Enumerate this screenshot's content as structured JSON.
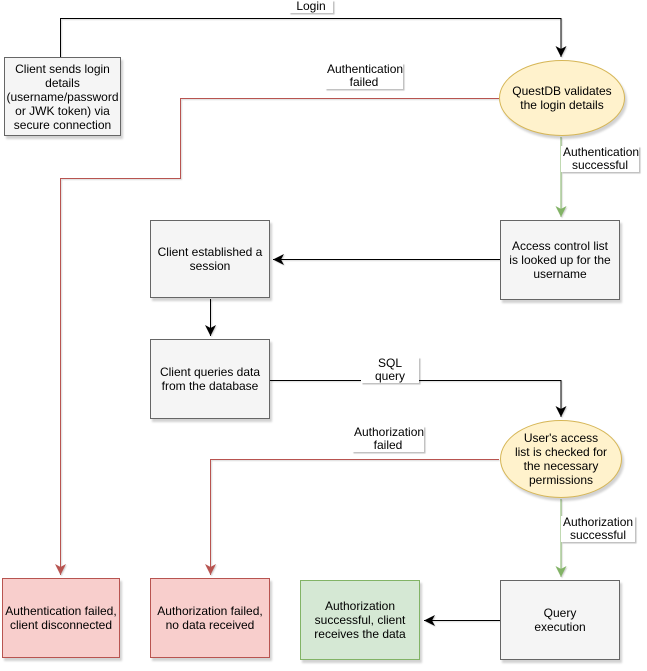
{
  "nodes": {
    "client_sends_login": "Client sends login\ndetails\n(username/password\nor JWK token) via\nsecure connection",
    "questdb_validates": "QuestDB validates\nthe login details",
    "access_control_lookup": "Access control list\nis looked up for the\nusername",
    "client_session": "Client established a\nsession",
    "client_queries": "Client queries data\nfrom the database",
    "access_list_check": "User's access\nlist is checked for\nthe necessary\npermissions",
    "query_execution": "Query\nexecution",
    "authorization_success_result": "Authorization\nsuccessful, client\nreceives the data",
    "authentication_failed_result": "Authentication failed,\nclient disconnected",
    "authorization_failed_result": "Authorization failed,\nno data received"
  },
  "edge_labels": {
    "login": "Login",
    "authentication_failed": "Authentication\nfailed",
    "authentication_successful": "Authentication\nsuccessful",
    "sql_query": "SQL query",
    "authorization_failed": "Authorization\nfailed",
    "authorization_successful": "Authorization\nsuccessful"
  },
  "colors": {
    "process_fill": "#f5f5f5",
    "process_border": "#666666",
    "decision_fill": "#fff2cc",
    "decision_border": "#d6b656",
    "failure_fill": "#f8cecc",
    "failure_border": "#b85450",
    "success_fill": "#d5e8d4",
    "success_border": "#82b366",
    "edge_black": "#000000",
    "edge_red": "#b85450",
    "edge_green": "#82b366",
    "background": "#ffffff"
  }
}
